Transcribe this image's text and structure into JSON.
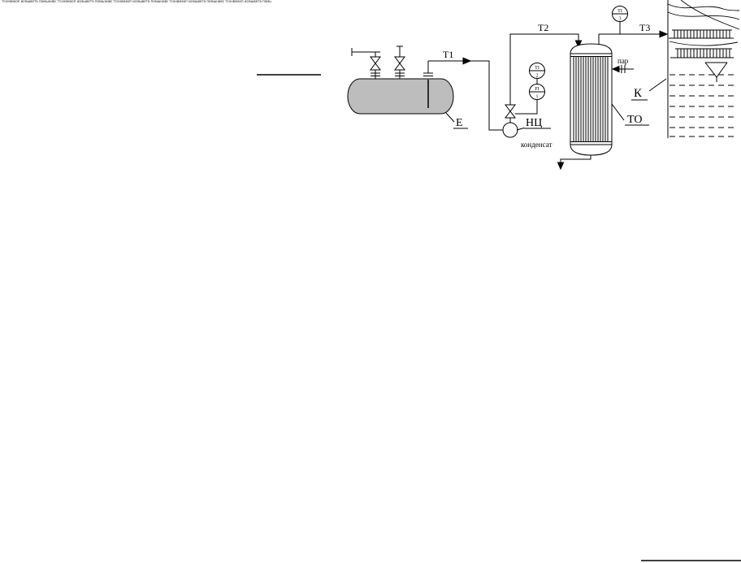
{
  "page": {
    "microtext": "тсхнвмаоп исмшвета помшнивс тсхнвмаоп исмшвета помшнивс тсхнвмаоп исмшвета помшнивс тсхнвмаоп исмшвета помшнивс тсхнвмаоп исмшвета помшнивс тсхнвмаоп исмшвета помшнивс тсхнвмаоп исмшвета помшнивс тсхнвмаоп исмшвета помшнивс тсхнвмаоп исмшвета помшнивс"
  },
  "diagram": {
    "stream_labels": {
      "t1": "Т1",
      "t2": "Т2",
      "t3": "Т3"
    },
    "equipment_labels": {
      "tank": "Е",
      "pump": "НЦ",
      "heat_exchanger": "ТО",
      "column": "К"
    },
    "instruments": {
      "ti2": {
        "function": "TI",
        "tag": "2"
      },
      "fi1": {
        "function": "FI",
        "tag": "1"
      },
      "ti3": {
        "function": "TI",
        "tag": "3"
      }
    },
    "annotations": {
      "steam": "пар",
      "condensate": "конденсат"
    }
  },
  "colors": {
    "line": "#000000",
    "tank_fill": "#bdbdbd",
    "background": "#ffffff"
  }
}
